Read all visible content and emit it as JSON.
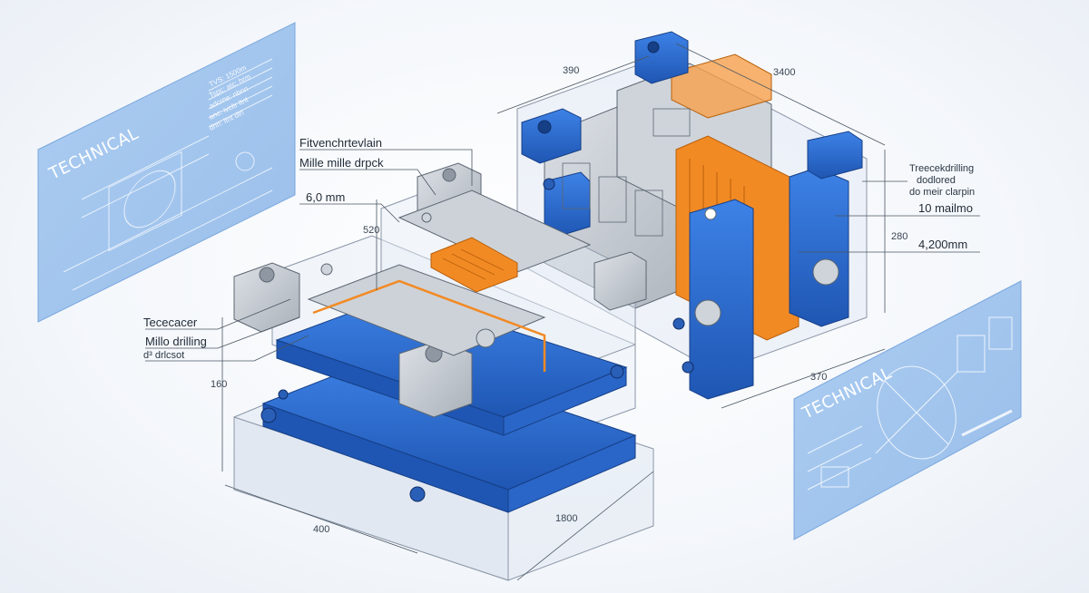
{
  "panels": {
    "left": {
      "title": "TECHNICAL",
      "notes": [
        "TVS: 1500m",
        "Tspc: atc: hrm",
        "adcrne: nbnn",
        "anc: ivcltr ltnt",
        "dnn: ltnt dlrl"
      ]
    },
    "right": {
      "title": "TECHNICAL"
    }
  },
  "callouts": {
    "top": [
      "Fitvenchrtevlain",
      "Mille mille drpck",
      "6,0 mm"
    ],
    "left": [
      "Tececacer",
      "Millo drilling",
      "d³ drlcsot"
    ],
    "right": [
      "Treecekdrilling",
      "dodlored",
      "do meir clarpin",
      "10 mailmo",
      "4,200mm"
    ]
  },
  "dimensions": {
    "top_left": "390",
    "top_right": "3400",
    "mid_left": "520",
    "height_right": "280",
    "bottom_right_depth": "370",
    "height_left": "160",
    "bottom_left_width": "400",
    "bottom_center": "1800"
  },
  "colors": {
    "steel": "#c7ccd2",
    "blue": "#2f6fd1",
    "orange": "#f2871e",
    "panel": "#9cc1ec",
    "glass": "#dfe7f2"
  }
}
